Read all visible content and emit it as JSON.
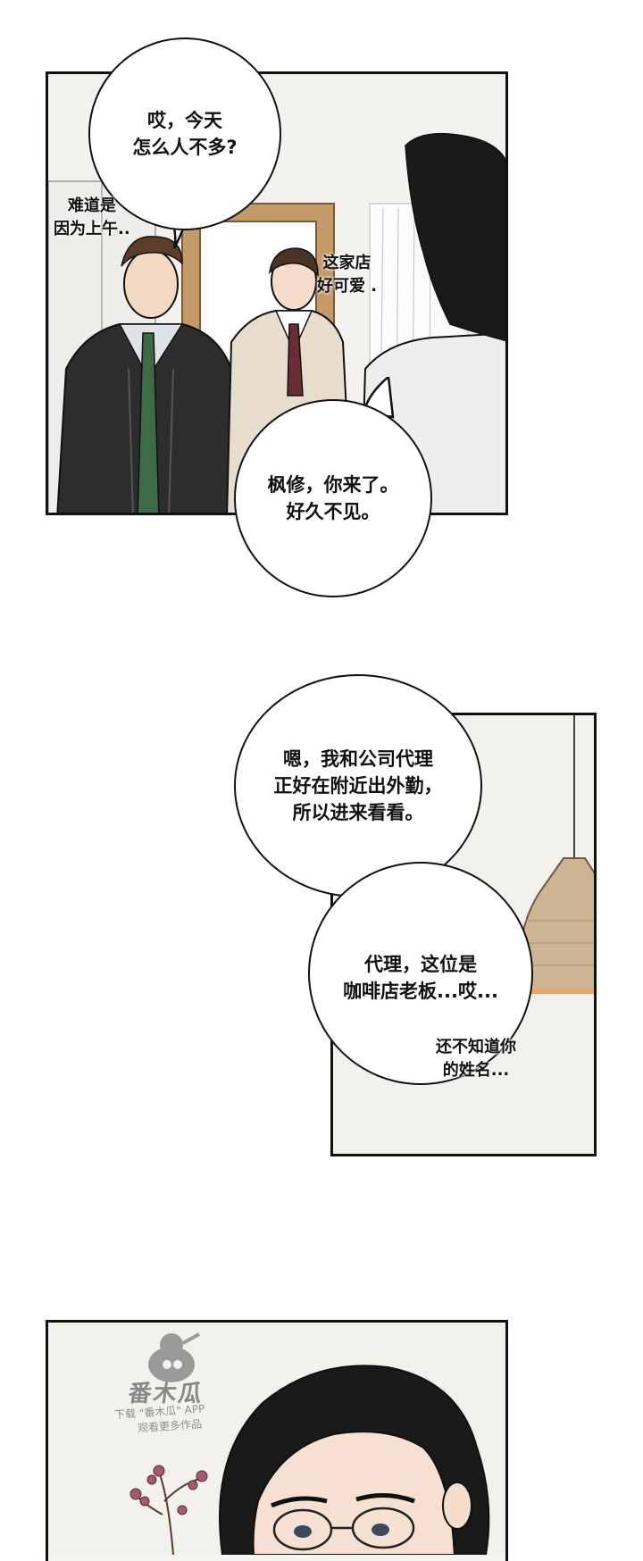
{
  "panel1": {
    "bubble_top": "哎，今天\n怎么人不多?",
    "aside_left": "难道是\n因为上午..",
    "aside_center": "这家店\n好可爱 .",
    "bubble_bottom": "枫修，你来了。\n好久不见。"
  },
  "panel2": {
    "bubble_top": "嗯，我和公司代理\n正好在附近出外勤，\n所以进来看看。",
    "bubble_bottom": "代理，这位是\n咖啡店老板...哎...",
    "aside": "还不知道你\n的姓名..."
  },
  "watermark": {
    "title": "番木瓜",
    "line1": "下载 \"番木瓜\" APP",
    "line2": "观看更多作品"
  },
  "colors": {
    "outline": "#111111",
    "panel_bg": "#f6f4f0",
    "jacket": "#2b2b2d",
    "tie_green": "#3d6b45",
    "coat_beige": "#e8ddcc",
    "door_wood": "#b58b5a",
    "hair": "#1a1a1a",
    "lamp": "#cdb594"
  }
}
